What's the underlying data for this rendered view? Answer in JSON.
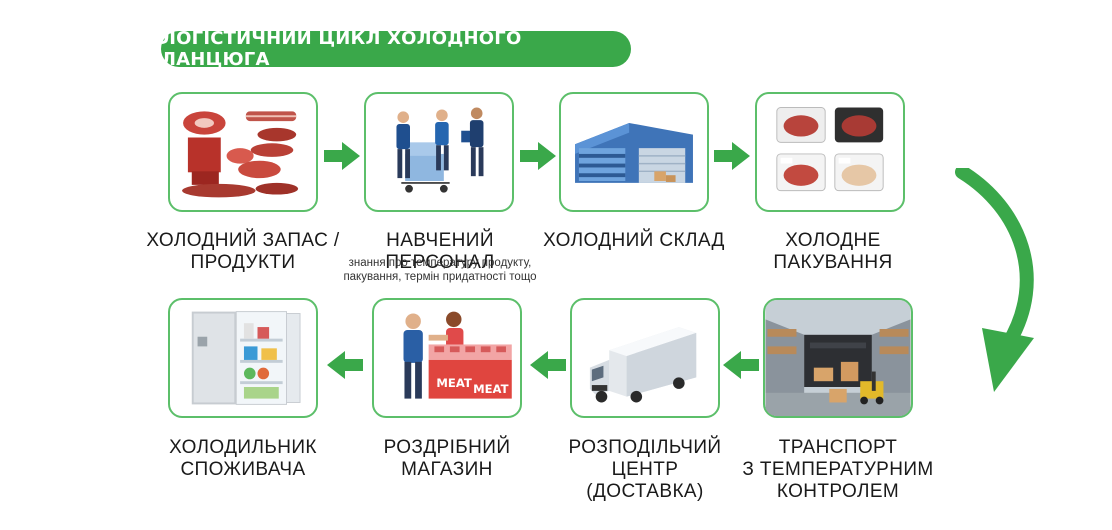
{
  "title": "ЛОГІСТИЧНИЙ ЦИКЛ ХОЛОДНОГО ЛАНЦЮГА",
  "colors": {
    "accent": "#3aa84a",
    "box_border": "#5cbf6a",
    "text": "#1a1a1a"
  },
  "steps": [
    {
      "label_line1": "ХОЛОДНИЙ ЗАПАС /",
      "label_line2": "ПРОДУКТИ",
      "icon": "meat-products-icon"
    },
    {
      "label_line1": "НАВЧЕНИЙ ПЕРСОНАЛ",
      "sub_line1": "знання про температуру продукту,",
      "sub_line2": "пакування, термін придатності тощо",
      "icon": "trained-staff-icon"
    },
    {
      "label_line1": "ХОЛОДНИЙ СКЛАД",
      "icon": "cold-warehouse-icon"
    },
    {
      "label_line1": "ХОЛОДНЕ ПАКУВАННЯ",
      "icon": "cold-packaging-icon"
    },
    {
      "label_line1": "ТРАНСПОРТ",
      "label_line2": "З ТЕМПЕРАТУРНИМ",
      "label_line3": "КОНТРОЛЕМ",
      "icon": "forklift-loading-icon"
    },
    {
      "label_line1": "РОЗПОДІЛЬЧИЙ",
      "label_line2": "ЦЕНТР",
      "label_line3": "(ДОСТАВКА)",
      "icon": "delivery-truck-icon"
    },
    {
      "label_line1": "РОЗДРІБНИЙ",
      "label_line2": "МАГАЗИН",
      "icon": "retail-store-icon",
      "store_sign": "MEAT"
    },
    {
      "label_line1": "ХОЛОДИЛЬНИК",
      "label_line2": "СПОЖИВАЧА",
      "icon": "consumer-fridge-icon"
    }
  ]
}
